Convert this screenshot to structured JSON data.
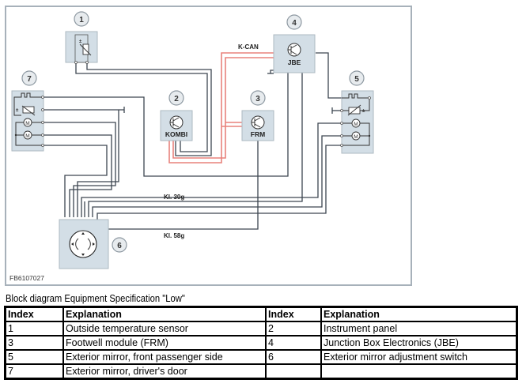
{
  "diagram": {
    "figure_code": "FB6107027",
    "wire_labels": {
      "k_can": "K-CAN",
      "kl30g": "Kl. 30g",
      "kl58g": "Kl. 58g"
    },
    "nodes": [
      {
        "index": "1",
        "label": "",
        "kind": "temperature-sensor"
      },
      {
        "index": "2",
        "label": "KOMBI",
        "kind": "control-unit"
      },
      {
        "index": "3",
        "label": "FRM",
        "kind": "control-unit"
      },
      {
        "index": "4",
        "label": "JBE",
        "kind": "control-unit"
      },
      {
        "index": "5",
        "label": "",
        "kind": "exterior-mirror"
      },
      {
        "index": "6",
        "label": "",
        "kind": "mirror-switch"
      },
      {
        "index": "7",
        "label": "",
        "kind": "exterior-mirror"
      }
    ],
    "motor_symbol": "M",
    "colors": {
      "k_can_wire": "#e8827c",
      "wire": "#3d4650",
      "node_fill": "#d3dee6"
    }
  },
  "caption": "Block diagram Equipment Specification \"Low\"",
  "table": {
    "headers": [
      "Index",
      "Explanation",
      "Index",
      "Explanation"
    ],
    "rows": [
      [
        "1",
        "Outside temperature sensor",
        "2",
        "Instrument panel"
      ],
      [
        "3",
        "Footwell module (FRM)",
        "4",
        "Junction Box Electronics (JBE)"
      ],
      [
        "5",
        "Exterior mirror, front passenger side",
        "6",
        "Exterior mirror adjustment switch"
      ],
      [
        "7",
        "Exterior mirror, driver's door",
        "",
        ""
      ]
    ]
  }
}
